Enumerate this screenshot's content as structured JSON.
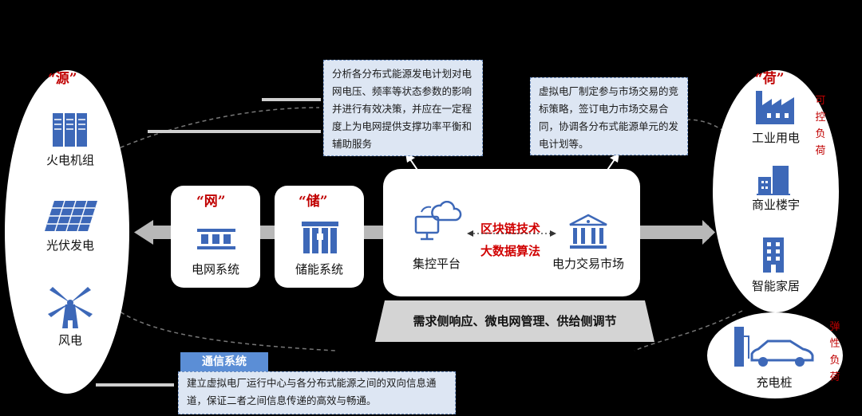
{
  "source_side": {
    "tag": "“源”",
    "items": [
      "火电机组",
      "光伏发电",
      "风电"
    ]
  },
  "load_side": {
    "tag": "“荷”",
    "controllable_label": "可控负荷",
    "flexible_label": "弹性负荷",
    "items": [
      "工业用电",
      "商业楼宇",
      "智能家居",
      "充电桩"
    ]
  },
  "grid": {
    "tag": "“网”",
    "label": "电网系统"
  },
  "storage": {
    "tag": "“储”",
    "label": "储能系统"
  },
  "platform": {
    "central_label": "集控平台",
    "market_label": "电力交易市场",
    "tech1": "区块链技术",
    "tech2": "大数据算法",
    "bottom_bar": "需求侧响应、微电网管理、供给侧调节"
  },
  "note_left": "分析各分布式能源发电计划对电网电压、频率等状态参数的影响并进行有效决策，并应在一定程度上为电网提供支撑功率平衡和辅助服务",
  "note_right": "虚拟电厂制定参与市场交易的竞标策略，签订电力市场交易合同，协调各分布式能源单元的发电计划等。",
  "comm": {
    "title": "通信系统",
    "text": "建立虚拟电厂运行中心与各分布式能源之间的双向信息通道，保证二者之间信息传递的高效与畅通。"
  },
  "colors": {
    "icon_blue": "#3d68b8",
    "accent_red": "#c00000",
    "note_bg": "#dde6f3",
    "comm_blue": "#5b8ed6"
  }
}
